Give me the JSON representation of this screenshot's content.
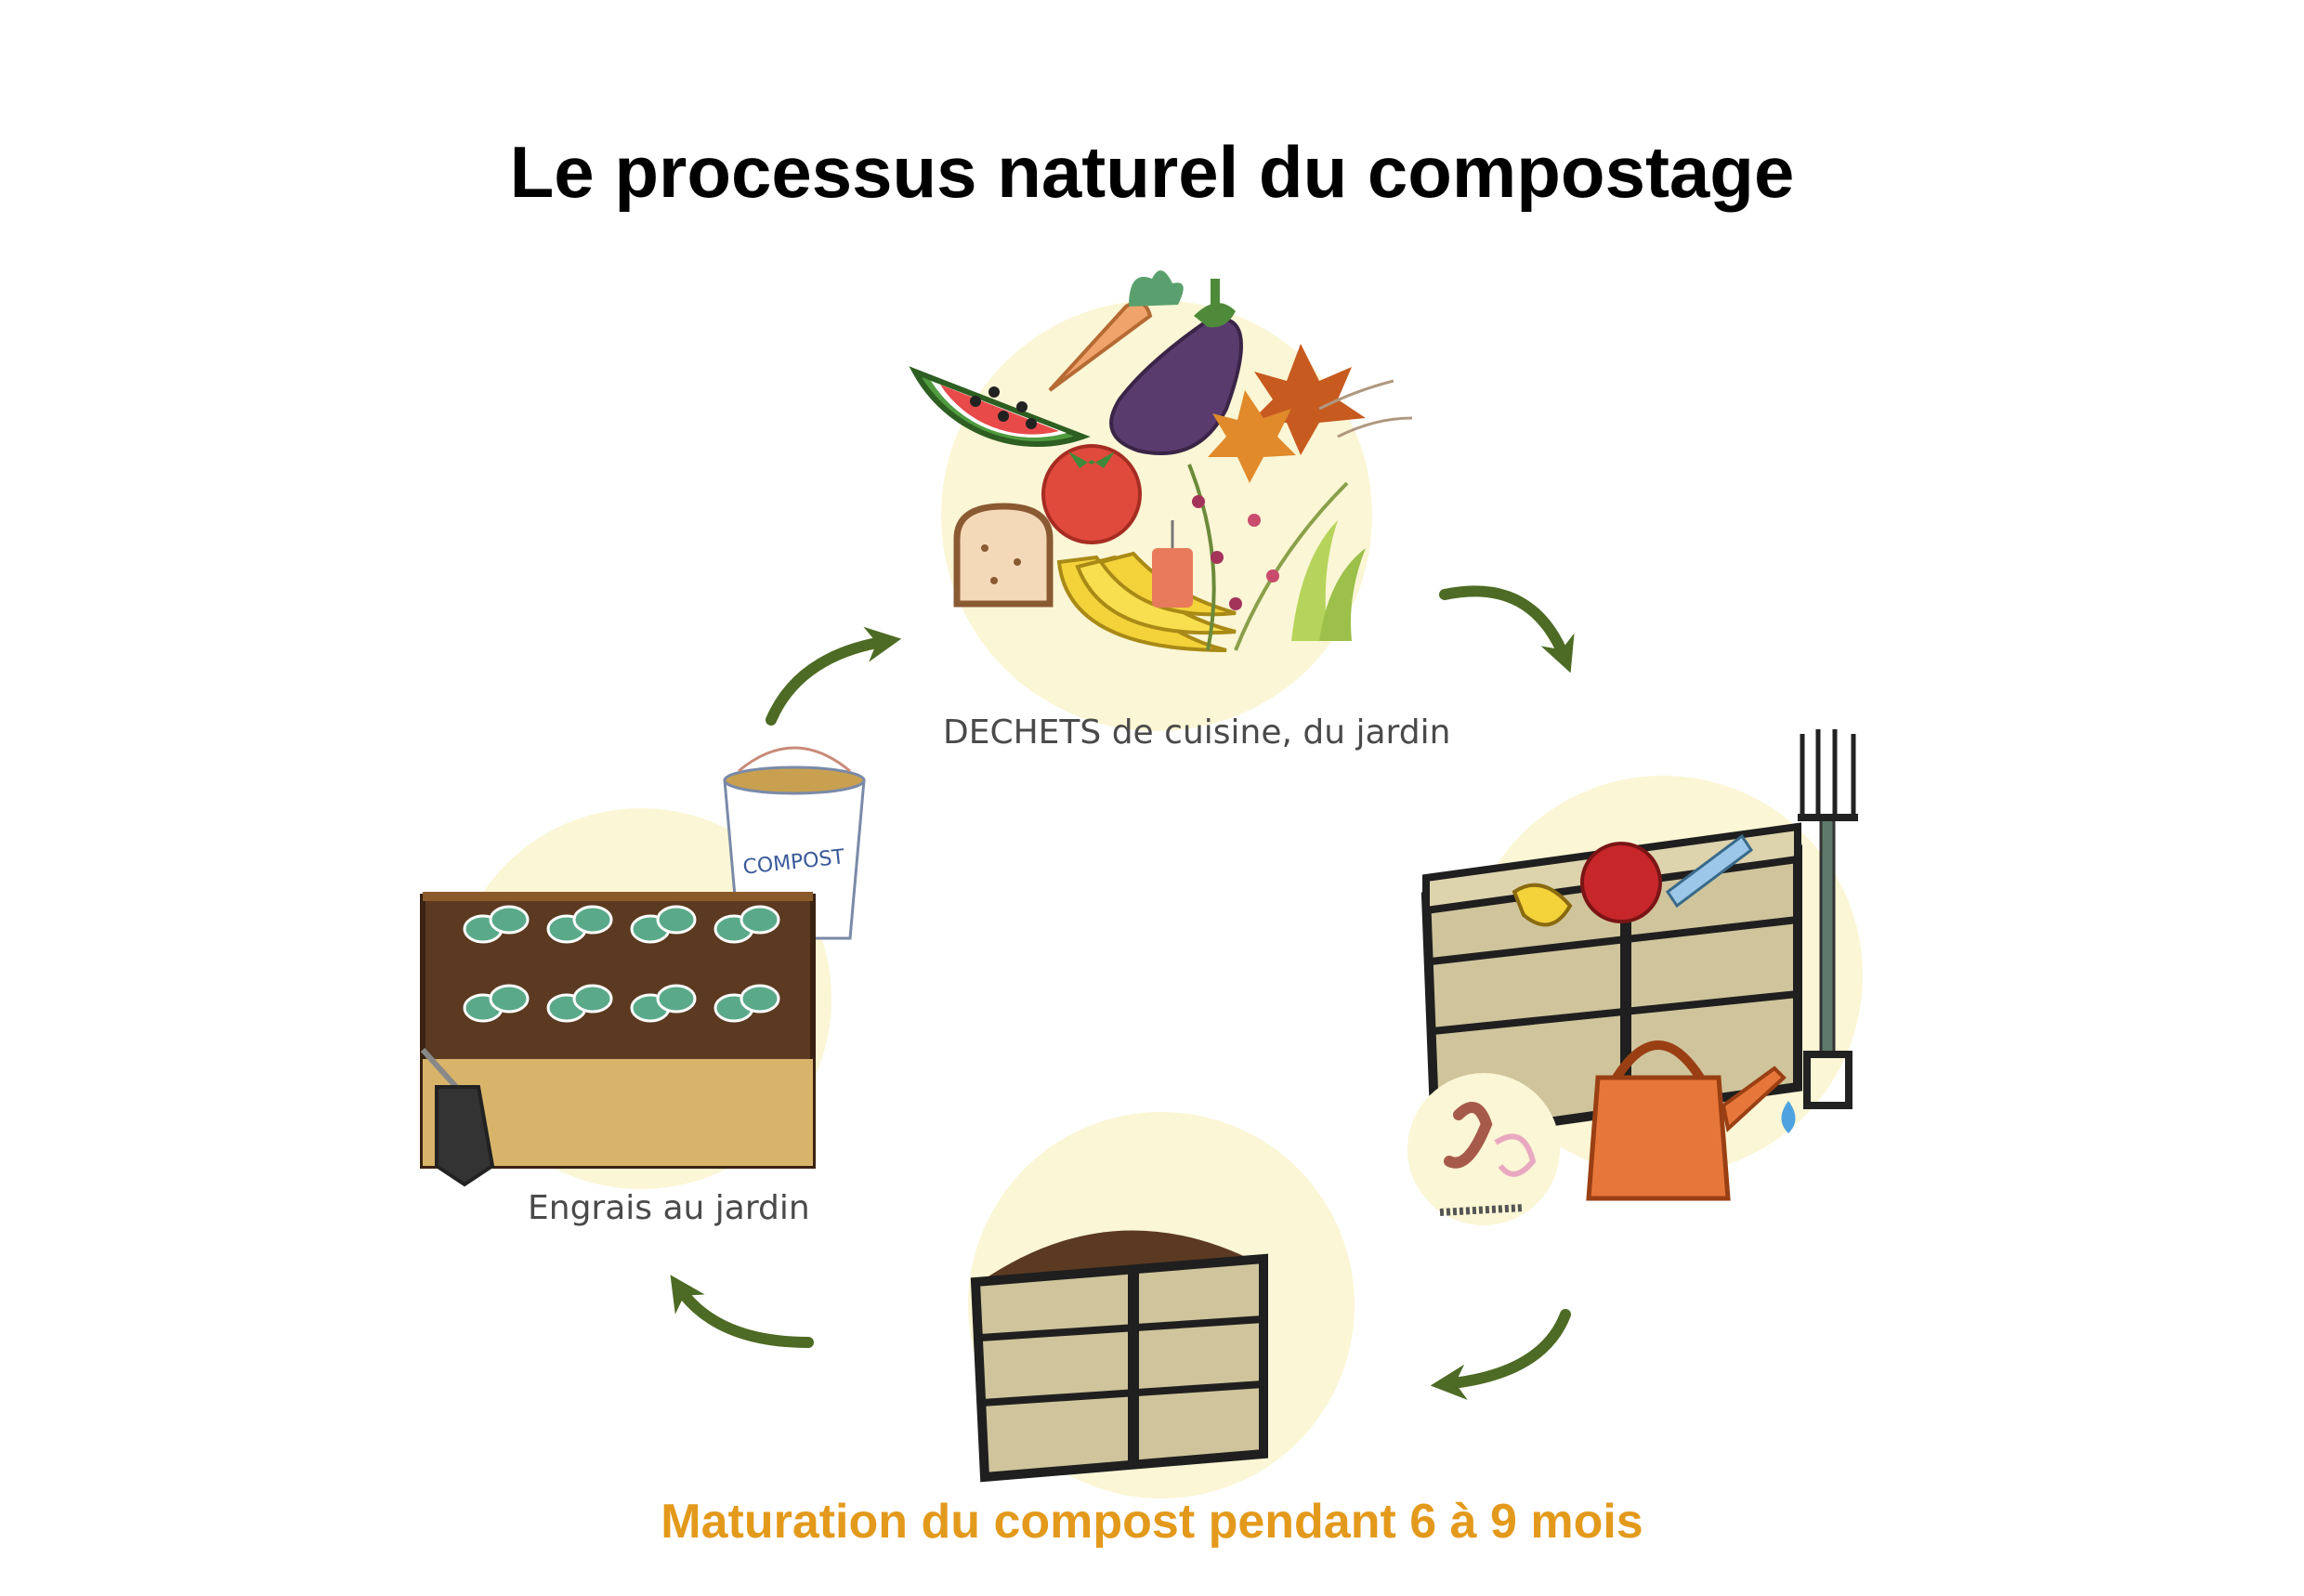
{
  "title": "Le processus naturel du compostage",
  "steps": [
    {
      "id": "waste",
      "label": "DECHETS de cuisine, du jardin"
    },
    {
      "id": "bin",
      "label": ""
    },
    {
      "id": "maturation",
      "label": "Maturation du compost pendant 6 à 9 mois"
    },
    {
      "id": "garden",
      "label": "Engrais au jardin"
    }
  ],
  "bucket_text": "COMPOST",
  "colors": {
    "arrow": "#4d6b24",
    "halo": "#fbf6d5",
    "accent": "#e39a1c",
    "wood": "#cfc49b",
    "soil": "#5b3a21"
  }
}
